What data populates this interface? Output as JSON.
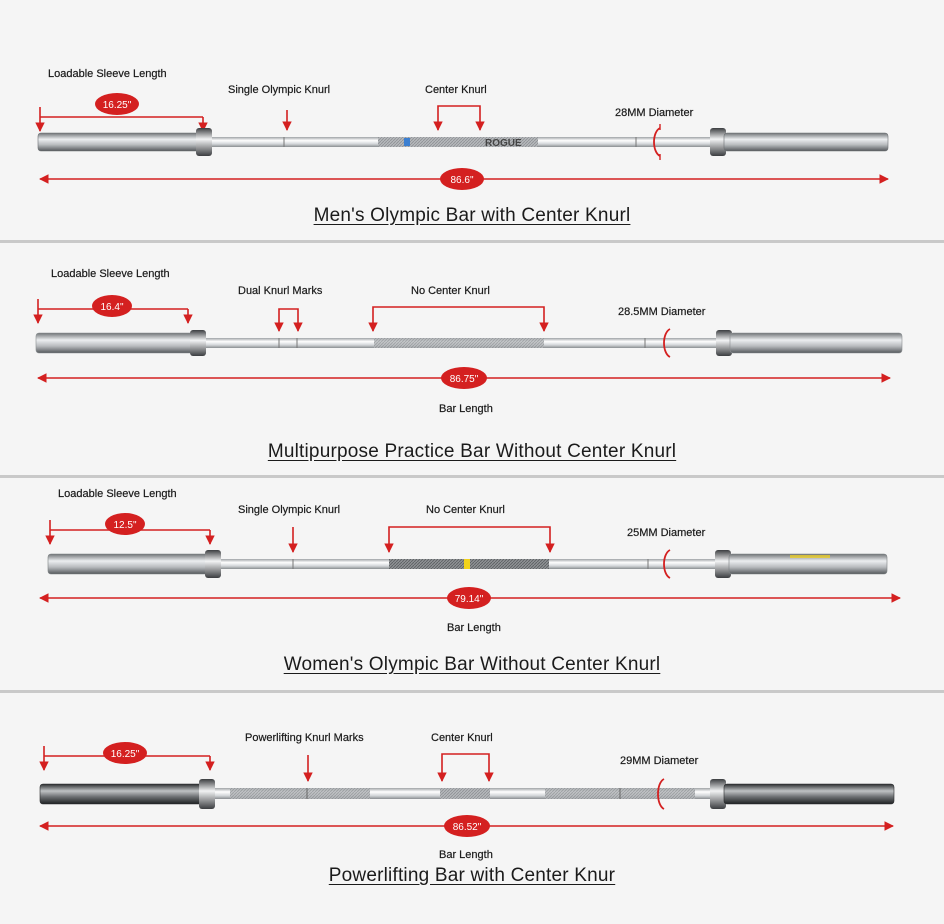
{
  "bars": [
    {
      "caption": "Men's Olympic Bar with Center Knurl",
      "sleeve_label": "Loadable Sleeve Length",
      "sleeve_value": "16.25\"",
      "knurl_label": "Single Olympic Knurl",
      "center_label": "Center Knurl",
      "diameter_label": "28MM Diameter",
      "length_value": "86.6\"",
      "length_label": "",
      "brand_text": "ROGUE"
    },
    {
      "caption": "Multipurpose Practice Bar Without Center Knurl",
      "sleeve_label": "Loadable Sleeve Length",
      "sleeve_value": "16.4\"",
      "knurl_label": "Dual Knurl Marks",
      "center_label": "No Center Knurl",
      "diameter_label": "28.5MM Diameter",
      "length_value": "86.75\"",
      "length_label": "Bar Length"
    },
    {
      "caption": "Women's Olympic Bar Without Center Knurl",
      "sleeve_label": "Loadable Sleeve Length",
      "sleeve_value": "12.5\"",
      "knurl_label": "Single Olympic Knurl",
      "center_label": "No Center Knurl",
      "diameter_label": "25MM Diameter",
      "length_value": "79.14\"",
      "length_label": "Bar Length"
    },
    {
      "caption": "Powerlifting  Bar with Center Knur",
      "sleeve_label": "",
      "sleeve_value": "16.25\"",
      "knurl_label": "Powerlifting Knurl Marks",
      "center_label": "Center Knurl",
      "diameter_label": "29MM Diameter",
      "length_value": "86.52\"",
      "length_label": "Bar Length"
    }
  ],
  "colors": {
    "accent": "#d42020",
    "steel_light": "#e4e6e8",
    "steel_dark": "#5a5c5e"
  }
}
